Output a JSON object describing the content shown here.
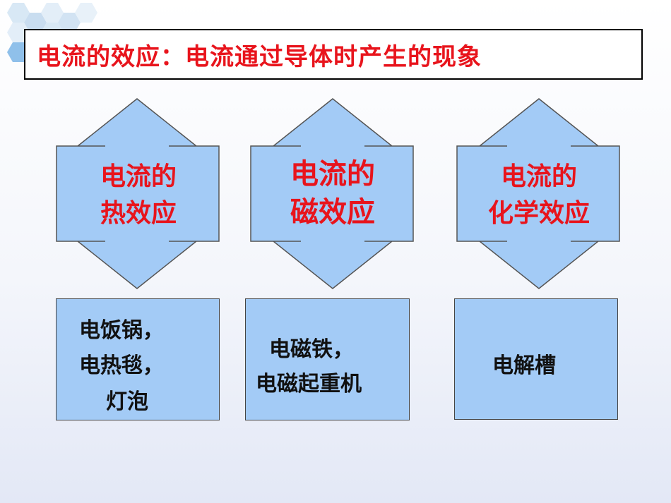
{
  "title": "电流的效应：电流通过导体时产生的现象",
  "colors": {
    "title_text": "#e8141c",
    "arrow_fill": "#a3cbf6",
    "box_fill": "#a3cbf6",
    "example_text": "#111111"
  },
  "effects": [
    {
      "line1": "电流的",
      "line2": "热效应"
    },
    {
      "line1": "电流的",
      "line2": "磁效应"
    },
    {
      "line1": "电流的",
      "line2": "化学效应"
    }
  ],
  "examples": [
    {
      "lines": [
        "电饭锅，",
        "电热毯，",
        "灯泡"
      ]
    },
    {
      "lines": [
        "电磁铁，",
        "电磁起重机"
      ]
    },
    {
      "lines": [
        "电解槽"
      ]
    }
  ]
}
